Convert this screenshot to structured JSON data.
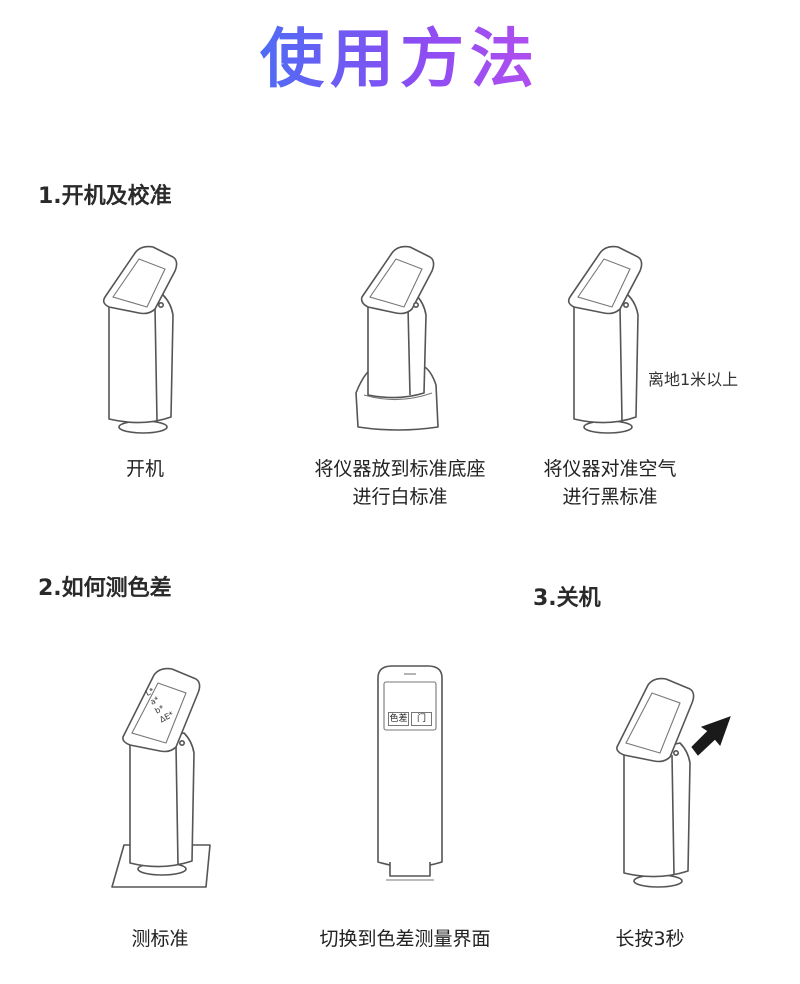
{
  "title": "使用方法",
  "sections": [
    {
      "heading": "1.开机及校准",
      "steps": [
        {
          "caption": [
            "开机"
          ]
        },
        {
          "caption": [
            "将仪器放到标准底座",
            "进行白标准"
          ]
        },
        {
          "caption": [
            "将仪器对准空气",
            "进行黑标准"
          ],
          "note": "离地1米以上"
        }
      ]
    },
    {
      "heading": "2.如何测色差",
      "steps": [
        {
          "caption": [
            "测标准"
          ],
          "screen_lines": [
            "L*",
            "a*",
            "b*",
            "ΔE*"
          ]
        },
        {
          "caption": [
            "切换到色差测量界面"
          ],
          "screen_buttons": [
            "色差",
            "门"
          ]
        }
      ]
    },
    {
      "heading": "3.关机",
      "steps": [
        {
          "caption": [
            "长按3秒"
          ]
        }
      ]
    }
  ],
  "colors": {
    "title_gradient": [
      "#4f6cf5",
      "#8a4df2",
      "#b24ef0"
    ],
    "line": "#555555"
  }
}
